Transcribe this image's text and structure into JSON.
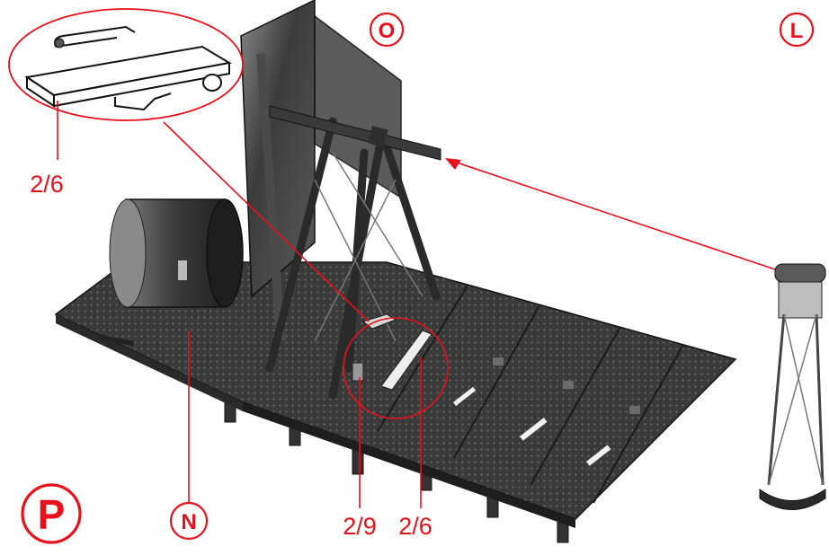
{
  "labels": {
    "O": "O",
    "L": "L",
    "N": "N",
    "P": "P",
    "detail_part": "2/6",
    "part_a": "2/9",
    "part_b": "2/6"
  },
  "colors": {
    "annotation": "#e8101a",
    "metal_dark": "#2a2a2a",
    "metal_mid": "#555555",
    "metal_light": "#9a9a9a",
    "slot": "#f2f2f2"
  }
}
